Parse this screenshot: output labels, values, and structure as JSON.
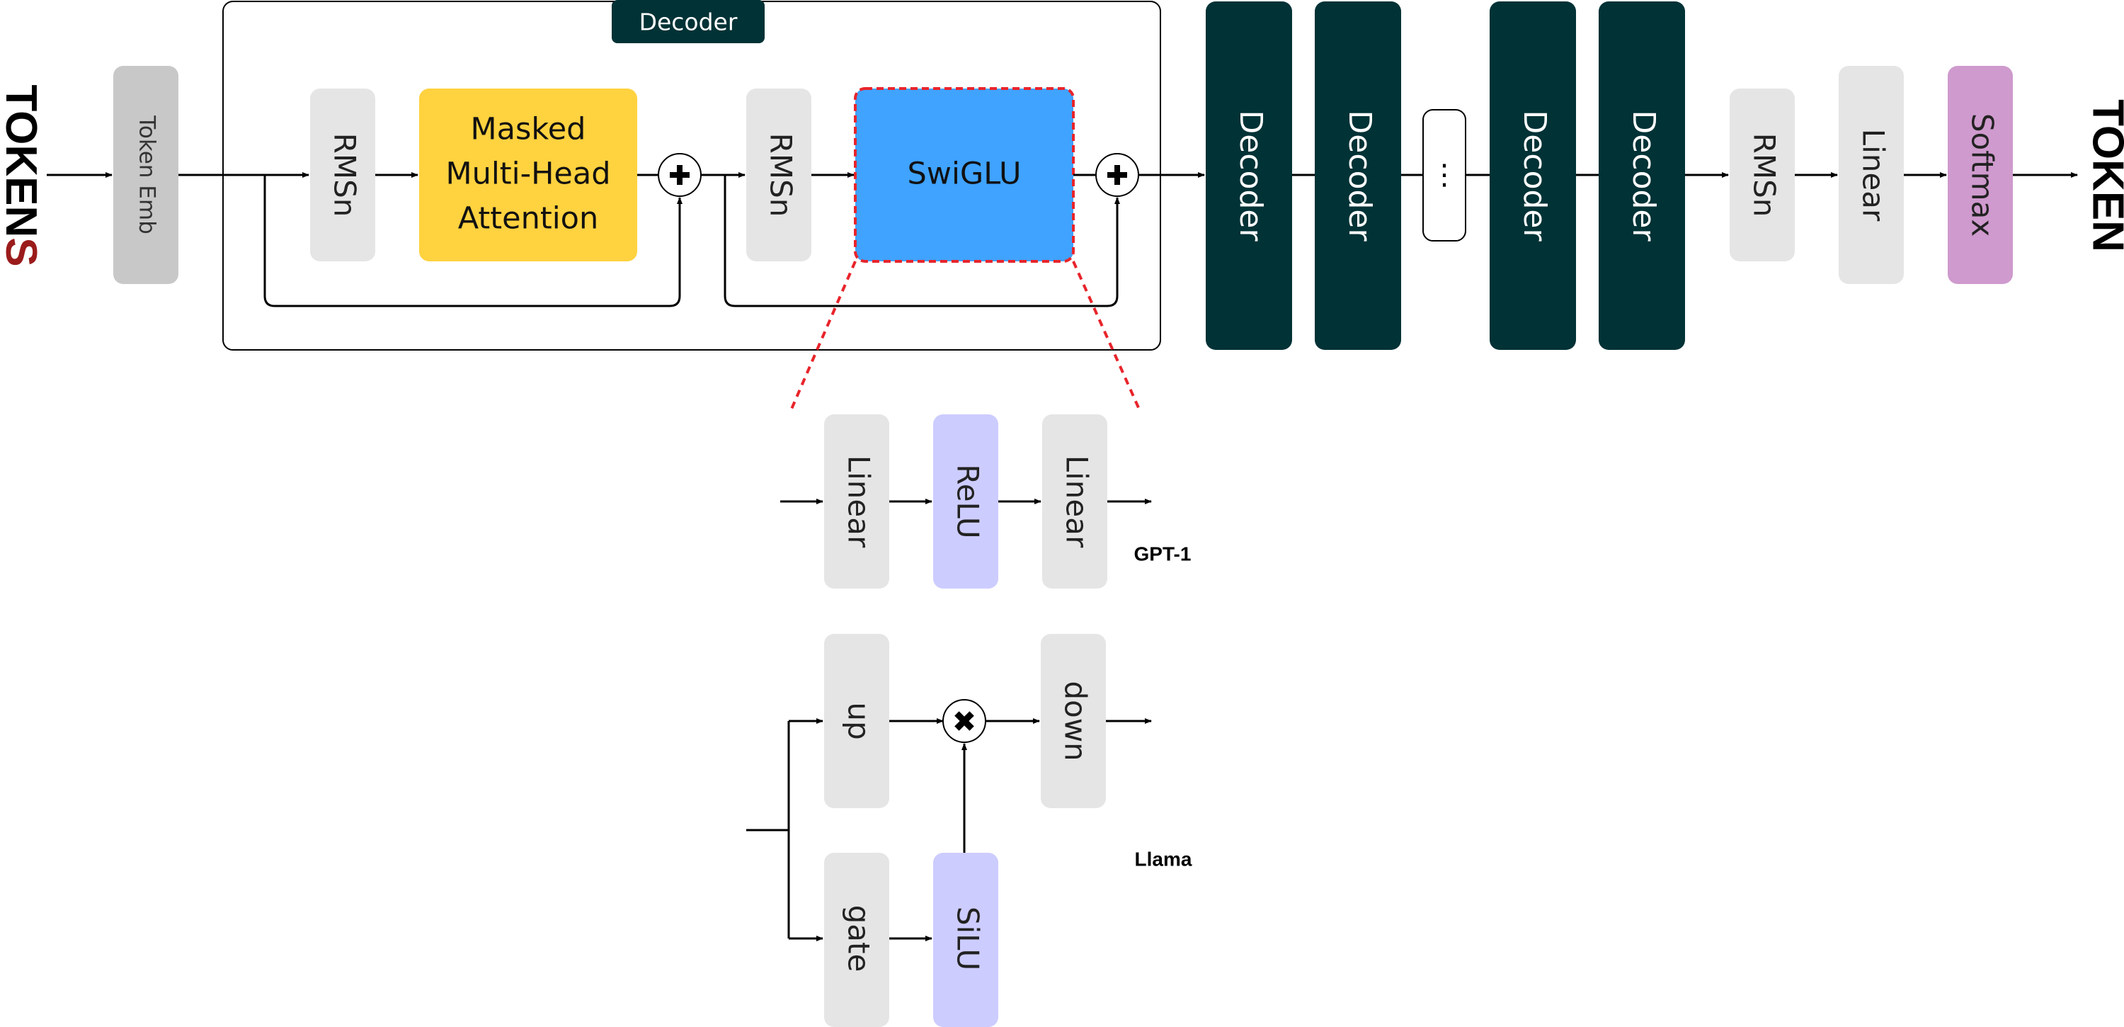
{
  "input_label": {
    "prefix": "TOKEN",
    "suffix": "S"
  },
  "output_label": "TOKEN",
  "token_emb": "Token Emb",
  "decoder_block": {
    "tab": "Decoder",
    "norm1": "RMSn",
    "attention": [
      "Masked",
      "Multi-Head",
      "Attention"
    ],
    "norm2": "RMSn",
    "ffn": "SwiGLU"
  },
  "decoder_stack": [
    "Decoder",
    "Decoder",
    "Decoder",
    "Decoder"
  ],
  "ellipsis": "⋮",
  "head": {
    "norm": "RMSn",
    "linear": "Linear",
    "softmax": "Softmax"
  },
  "gpt1": {
    "name": "GPT-1",
    "blocks": [
      "Linear",
      "ReLU",
      "Linear"
    ]
  },
  "llama": {
    "name": "Llama",
    "up": "up",
    "gate": "gate",
    "act": "SiLU",
    "down": "down"
  },
  "colors": {
    "decoder_dark": "#003236",
    "attention": "#FFD23F",
    "swiglu": "#3FA3FF",
    "activation": "#CDCCFF",
    "softmax": "#CF9ACD",
    "norm_gray": "#E5E5E5",
    "emb_gray": "#C8C8C8",
    "highlight_red": "#E8242B",
    "tokens_red": "#9B1B1B"
  },
  "icons": {
    "add": "plus-circle-icon",
    "multiply": "times-circle-icon"
  }
}
